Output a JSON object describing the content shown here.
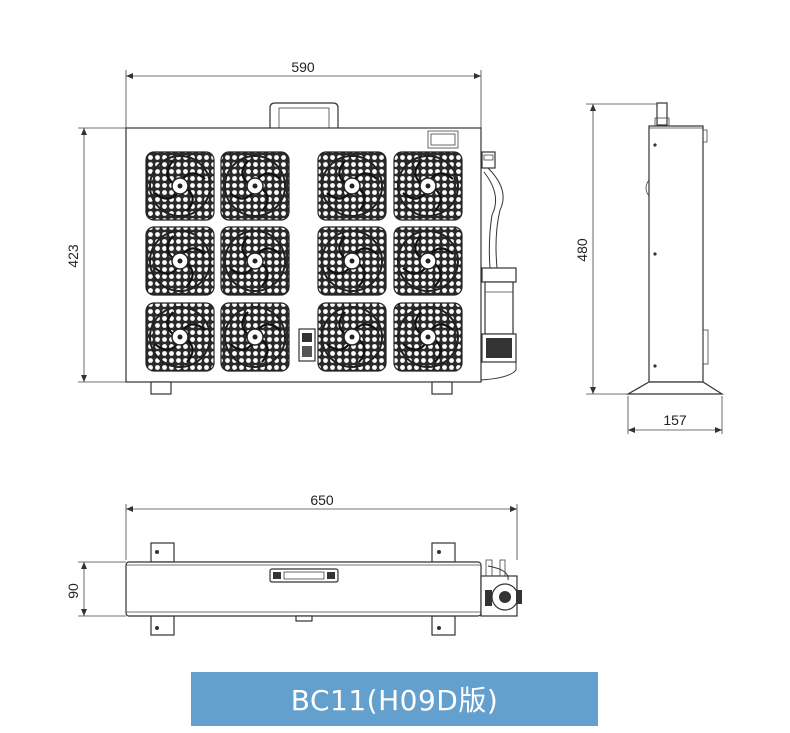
{
  "dimensions": {
    "front_width": "590",
    "front_height": "423",
    "side_height": "480",
    "side_depth": "157",
    "top_width": "650",
    "top_depth": "90"
  },
  "caption": "BC11(H09D版)",
  "colors": {
    "caption_bg": "#64a0cd",
    "caption_text": "#ffffff",
    "line": "#333333"
  }
}
